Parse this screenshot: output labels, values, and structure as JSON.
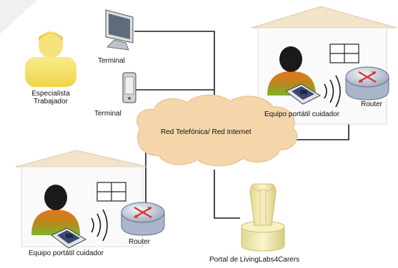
{
  "nodes": {
    "specialist": {
      "line1": "Especialista",
      "line2": "Trabajador",
      "icon": "person-icon"
    },
    "terminal_desktop": {
      "label": "Terminal",
      "icon": "desktop-computer-icon"
    },
    "terminal_mobile": {
      "label": "Terminal",
      "icon": "mobile-device-icon"
    },
    "cloud": {
      "label": "Red Telefónica/ Red Internet",
      "icon": "cloud-icon"
    },
    "home_right": {
      "equipment_label": "Equipo portátil cuidador",
      "router_label": "Router"
    },
    "home_left": {
      "equipment_label": "Equipo portátil cuidador",
      "router_label": "Router"
    },
    "portal": {
      "label": "Portal de LivingLabs4Carers",
      "icon": "portal-tower-icon"
    }
  },
  "colors": {
    "person_face": "#f4e07a",
    "person_shirt": "#8bbd2a",
    "person_shirt_top": "#e07a1a",
    "router": "#b8c4d6",
    "router_arrows": "#e0302a",
    "cloud": "#f4d3a6",
    "roof": "#f0e0c4",
    "portal": "#f0e9b5",
    "lines": "#1a1a1a"
  }
}
